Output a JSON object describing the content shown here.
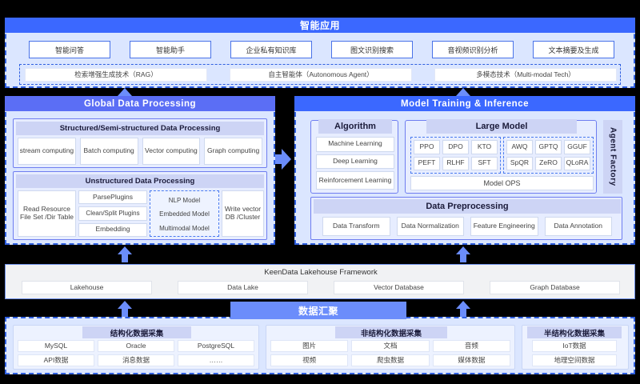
{
  "intelligent_app": {
    "title": "智能应用",
    "apps": [
      "智能问答",
      "智能助手",
      "企业私有知识库",
      "图文识别搜索",
      "音视频识别分析",
      "文本摘要及生成"
    ],
    "technologies": [
      "检索增强生成技术（RAG）",
      "自主智能体（Autonomous Agent）",
      "多模态技术（Multi-modal Tech）"
    ]
  },
  "global_data_processing": {
    "title": "Global Data Processing",
    "structured": {
      "title": "Structured/Semi-structured Data Processing",
      "items": [
        "stream computing",
        "Batch computing",
        "Vector computing",
        "Graph computing"
      ]
    },
    "unstructured": {
      "title": "Unstructured Data Processing",
      "read": "Read Resource File Set /Dir Table",
      "plugins": [
        "ParsePlugins",
        "Clean/Split Plugins",
        "Embedding"
      ],
      "models": [
        "NLP Model",
        "Embedded Model",
        "Multimodal Model"
      ],
      "write": "Write vector DB /Cluster"
    }
  },
  "model_training": {
    "title": "Model Training & Inference",
    "algorithm": {
      "title": "Algorithm",
      "items": [
        "Machine  Learning",
        "Deep Learning",
        "Reinforcement Learning"
      ]
    },
    "large_model": {
      "title": "Large Model",
      "group_left": [
        "PPO",
        "DPO",
        "KTO",
        "PEFT",
        "RLHF",
        "SFT"
      ],
      "group_right": [
        "AWQ",
        "GPTQ",
        "GGUF",
        "SpQR",
        "ZeRO",
        "QLoRA"
      ],
      "ops": "Model OPS"
    },
    "preprocessing": {
      "title": "Data Preprocessing",
      "items": [
        "Data Transform",
        "Data Normalization",
        "Feature Engineering",
        "Data Annotation"
      ]
    },
    "agent_factory": "Agent Factory"
  },
  "lakehouse": {
    "title": "KeenData Lakehouse Framework",
    "items": [
      "Lakehouse",
      "Data Lake",
      "Vector Database",
      "Graph Database"
    ]
  },
  "data_collection": {
    "banner": "数据汇聚",
    "groups": [
      {
        "title": "结构化数据采集",
        "rows": [
          [
            "MySQL",
            "Oracle",
            "PostgreSQL"
          ],
          [
            "API数据",
            "消息数据",
            "……"
          ]
        ]
      },
      {
        "title": "非结构化数据采集",
        "rows": [
          [
            "图片",
            "文档",
            "音频"
          ],
          [
            "视频",
            "爬虫数据",
            "媒体数据"
          ]
        ]
      },
      {
        "title": "半结构化数据采集",
        "rows": [
          [
            "IoT数据"
          ],
          [
            "地理空间数据"
          ]
        ]
      }
    ]
  },
  "colors": {
    "brand_blue": "#3b68ff",
    "arrow_blue": "#6b8dfb",
    "panel_fill": "#dbe6ff",
    "subhead_fill": "#cdd4f5",
    "dash_border": "#2f5fe0"
  }
}
